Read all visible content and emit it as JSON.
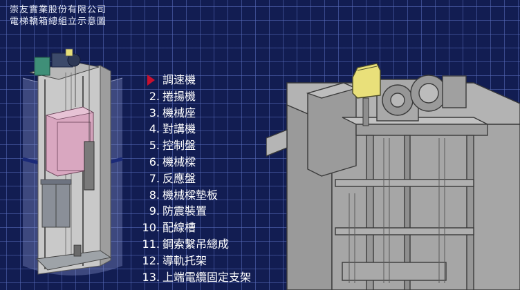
{
  "header": {
    "company": "崇友實業股份有限公司",
    "subtitle": "電梯轎箱總組立示意圖"
  },
  "parts": [
    {
      "number": "",
      "label": "調速機",
      "active": true
    },
    {
      "number": "2.",
      "label": "捲揚機",
      "active": false
    },
    {
      "number": "3.",
      "label": "機械座",
      "active": false
    },
    {
      "number": "4.",
      "label": "對講機",
      "active": false
    },
    {
      "number": "5.",
      "label": "控制盤",
      "active": false
    },
    {
      "number": "6.",
      "label": "機械樑",
      "active": false
    },
    {
      "number": "7.",
      "label": "反應盤",
      "active": false
    },
    {
      "number": "8.",
      "label": "機械樑墊板",
      "active": false
    },
    {
      "number": "9.",
      "label": "防震裝置",
      "active": false
    },
    {
      "number": "10.",
      "label": "配線槽",
      "active": false
    },
    {
      "number": "11.",
      "label": "鋼索繫吊總成",
      "active": false
    },
    {
      "number": "12.",
      "label": "導軌托架",
      "active": false
    },
    {
      "number": "13.",
      "label": "上端電纜固定支架",
      "active": false
    }
  ],
  "colors": {
    "background": "#121d52",
    "grid": "#5a6ebe",
    "active_marker": "#c8102e",
    "highlight_part": "#e9e07a",
    "machine_gray": "#a6a6a6"
  }
}
